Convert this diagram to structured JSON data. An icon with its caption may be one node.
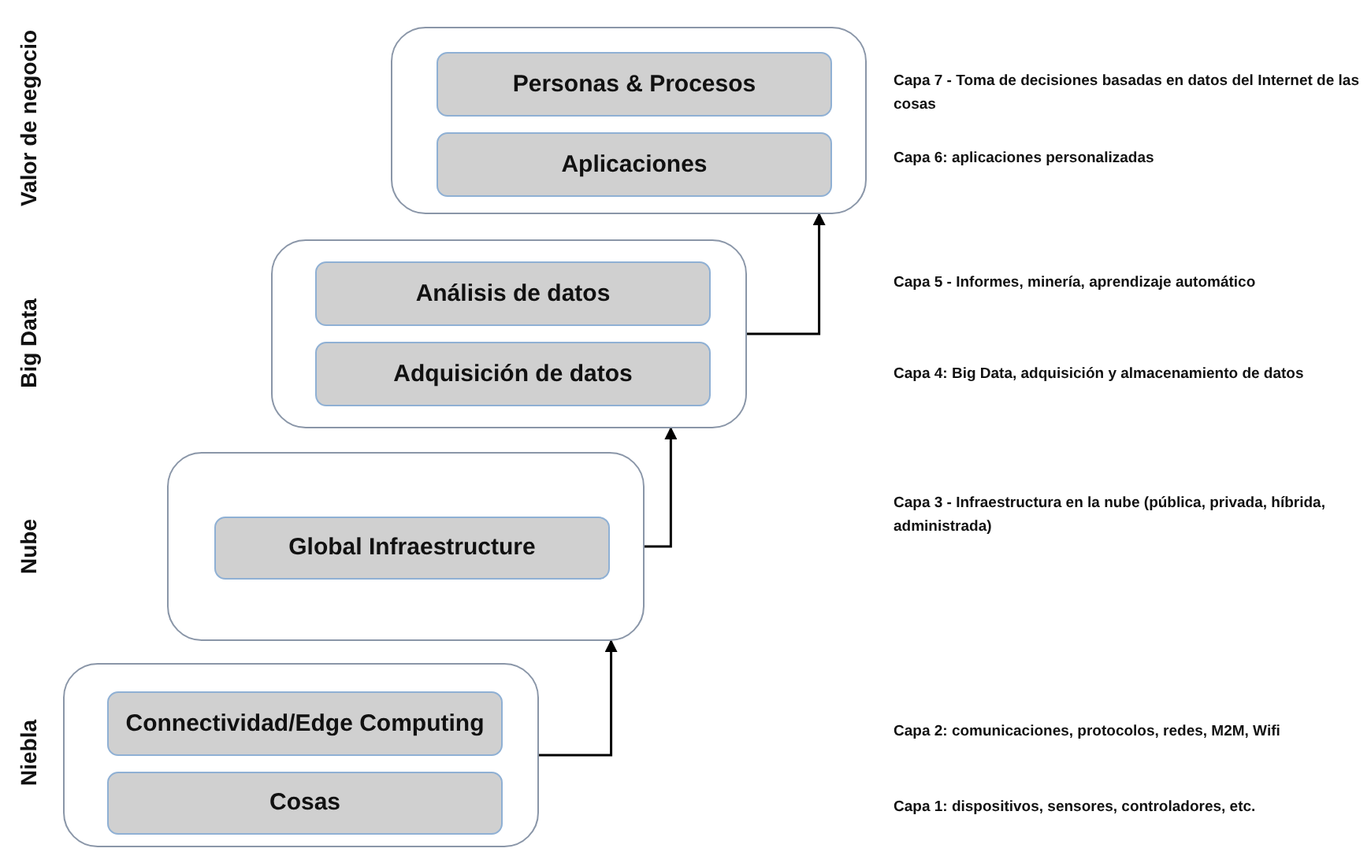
{
  "diagram": {
    "nodes": [
      {
        "text": [],
        "shape": "box"
      },
      {
        "text": [
          "Personas & Procesos"
        ],
        "in": 0
      },
      {
        "text": [
          "Aplicaciones"
        ],
        "in": 0
      },
      {
        "text": [],
        "shape": "box"
      },
      {
        "text": [
          "Análisis de datos"
        ],
        "in": 3
      },
      {
        "text": [
          "Adquisición de datos"
        ],
        "in": 3
      },
      {
        "text": [],
        "shape": "box"
      },
      {
        "text": [
          "Global Infraestructure"
        ],
        "in": 6
      },
      {
        "text": [],
        "shape": "box"
      },
      {
        "text": [
          "Connectividad/Edge Computing"
        ],
        "in": 8
      },
      {
        "text": [
          "Cosas"
        ],
        "in": 8
      }
    ],
    "edges": [
      {
        "from": 8,
        "to": 6,
        "arrow": "to"
      },
      {
        "from": 6,
        "to": 3,
        "arrow": "to"
      },
      {
        "from": 3,
        "to": 0,
        "arrow": "to"
      }
    ],
    "labels": [
      "Valor de negocio",
      "Big Data",
      "Nube",
      "Niebla",
      "Capa 7 - Toma de decisiones basadas en datos del Internet de las cosas",
      "Capa 6:  aplicaciones personalizadas",
      "Capa 5 - Informes, minería, aprendizaje automático",
      "Capa 4:  Big Data, adquisición y almacenamiento de datos",
      "Capa 3 - Infraestructura en la nube (pública, privada, híbrida, administrada)",
      "Capa 2:  comunicaciones, protocolos, redes, M2M, Wifi",
      "Capa 1:  dispositivos, sensores, controladores, etc."
    ]
  }
}
